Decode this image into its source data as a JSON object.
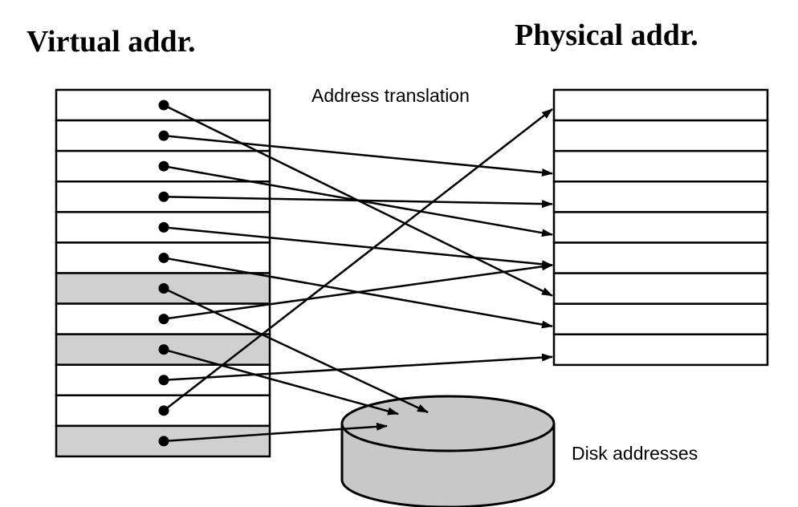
{
  "virtual_title": "Virtual addr.",
  "physical_title": "Physical addr.",
  "translation_label": "Address translation",
  "disk_label": "Disk addresses",
  "colors": {
    "line": "#000000",
    "shaded_page": "#d0d0d0",
    "disk_fill": "#c8c8c8",
    "background": "#ffffff"
  },
  "virtual_pages": [
    {
      "shaded": false,
      "maps_to": "physical",
      "physical_index": 6
    },
    {
      "shaded": false,
      "maps_to": "physical",
      "physical_index": 2
    },
    {
      "shaded": false,
      "maps_to": "physical",
      "physical_index": 4
    },
    {
      "shaded": false,
      "maps_to": "physical",
      "physical_index": 3
    },
    {
      "shaded": false,
      "maps_to": "physical",
      "physical_index": 5
    },
    {
      "shaded": false,
      "maps_to": "physical",
      "physical_index": 7
    },
    {
      "shaded": true,
      "maps_to": "disk"
    },
    {
      "shaded": false,
      "maps_to": "physical",
      "physical_index": 5
    },
    {
      "shaded": true,
      "maps_to": "disk"
    },
    {
      "shaded": false,
      "maps_to": "physical",
      "physical_index": 8
    },
    {
      "shaded": false,
      "maps_to": "physical",
      "physical_index": 0
    },
    {
      "shaded": true,
      "maps_to": "disk"
    }
  ],
  "physical_page_count": 9
}
